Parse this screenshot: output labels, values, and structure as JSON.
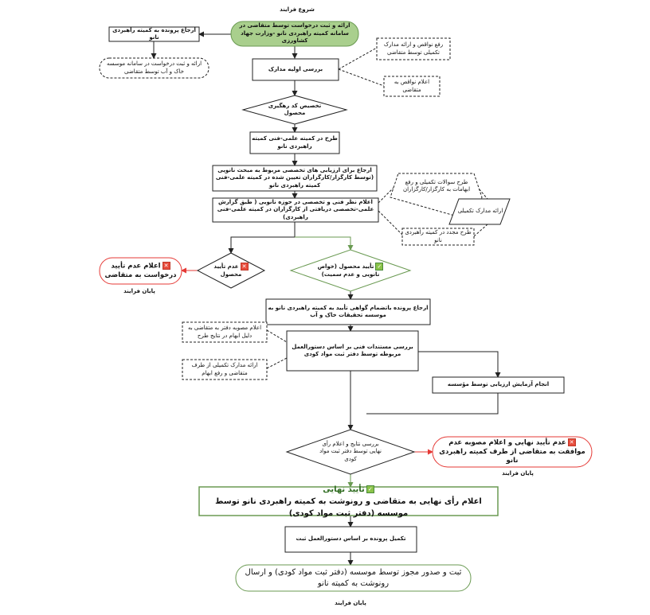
{
  "start_label": "شروع فرایند",
  "end_label_1": "پایان فرایند",
  "end_label_2": "پایان فرایند",
  "end_label_3": "پایان فرایند",
  "nodes": {
    "n1": "ارائه و ثبت درخواست توسط متقاضی در سامانه کمیته راهبردی نانو -وزارت جهاد کشاورزی",
    "n2": "ارجاع پرونده به کمیته راهبردی نانو",
    "n3": "ارائه و ثبت درخواست در سامانه موسسه خاک و آب توسط متقاضی",
    "n4": "بررسی اولیه مدارک",
    "n5": "رفع نواقص و ارائه مدارک تکمیلی توسط متقاضی",
    "n6": "اعلام نواقص به متقاضی",
    "n7": "تخصیص کد رهگیری محصول",
    "n8": "طرح در کمیته علمی-فنی کمیته راهبردی نانو",
    "n9": "ارجاع برای ارزیابی های تخصصی مربوط به مبحث نانویی (توسط کارگزار/کارگزاران تعیین شده در کمیته علمی-فنی کمیته راهبردی نانو",
    "n10": "اعلام نظر فنی و تخصصی در حوزه نانویی ( طبق گزارش علمی-تخصصی دریافتی از کارگزاران در کمیته علمی-فنی راهبردی)",
    "n11": "طرح سوالات تکمیلی و رفع ابهامات به کارگزار/کارگزاران",
    "n12": "ارائه مدارک تکمیلی",
    "n13": "طرح مجدد در کمیته راهبردی نانو",
    "n14": "تأیید محصول (خواص نانویی و عدم سمیت)",
    "n15": "عدم تأیید محصول",
    "n16": "اعلام عدم تأیید درخواست به متقاضی",
    "n17": "ارجاع پرونده باتضمام گواهی تأیید به کمیته راهبردی نانو به موسسه تحقیقات خاک و آب",
    "n18": "اعلام مصوبه دفتر به متقاضی به دلیل ابهام در نتایج طرح",
    "n19": "ارائه مدارک تکمیلی از طرف متقاضی و رفع ابهام",
    "n20": "بررسی مستندات فنی بر اساس دستورالعمل مربوطه توسط دفتر ثبت مواد کودی",
    "n21": "انجام آزمایش ارزیابی توسط مؤسسه",
    "n22": "بررسی نتایج و اعلام رأی نهایی توسط دفتر ثبت مواد کودی",
    "n23": "عدم تأیید نهایی و اعلام مصوبه عدم موافقت به متقاضی از طرف کمیته راهبردی نانو",
    "n24_title": "تأیید نهایی",
    "n24_body": "اعلام رأی نهایی به متقاضی و رونوشت به کمیته راهبردی نانو توسط موسسه (دفتر ثبت مواد کودی)",
    "n25": "تکمیل پرونده بر اساس دستورالعمل ثبت",
    "n26": "ثبت و صدور مجوز توسط موسسه (دفتر ثبت مواد کودی) و ارسال رونوشت به کمیته نانو"
  },
  "colors": {
    "line": "#222222",
    "green_fill": "#a9cf8d",
    "green_stroke": "#6a9a52",
    "red_stroke": "#e53935",
    "check_green": "#8bc34a",
    "cross_red": "#e74c3c"
  }
}
